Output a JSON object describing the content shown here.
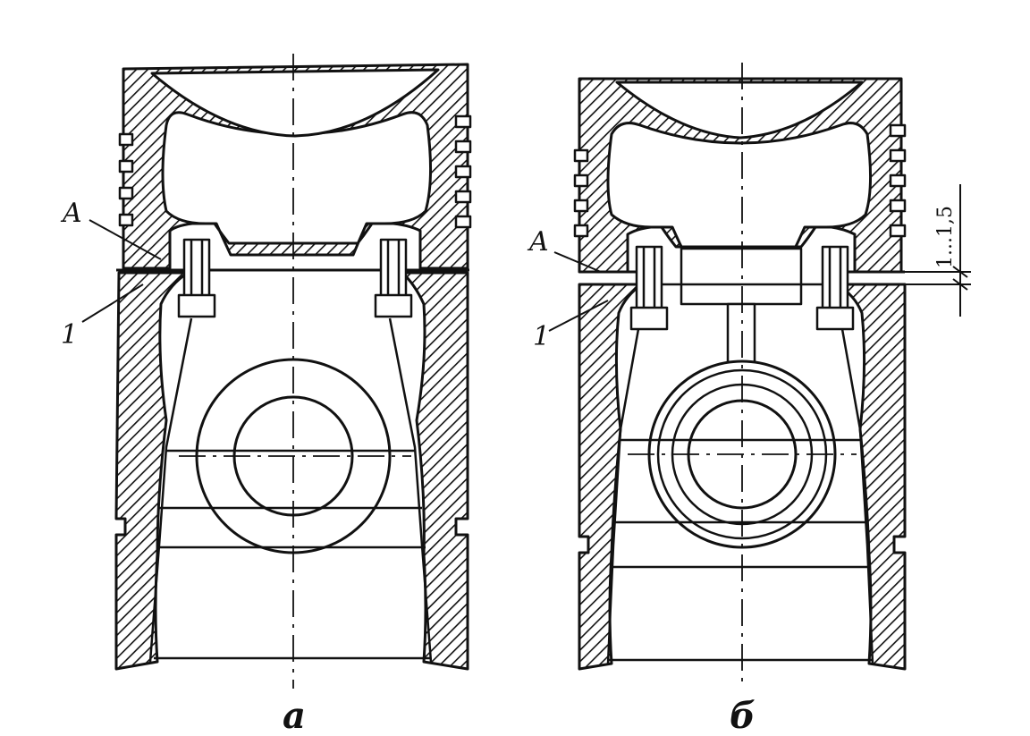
{
  "figure": {
    "colors": {
      "ink": "#111111",
      "paper": "#ffffff"
    },
    "left_view": {
      "caption": "a",
      "callout_A": "A",
      "callout_1": "1"
    },
    "right_view": {
      "caption": "б",
      "callout_A": "A",
      "callout_1": "1",
      "dimension": "1...1,5"
    }
  }
}
